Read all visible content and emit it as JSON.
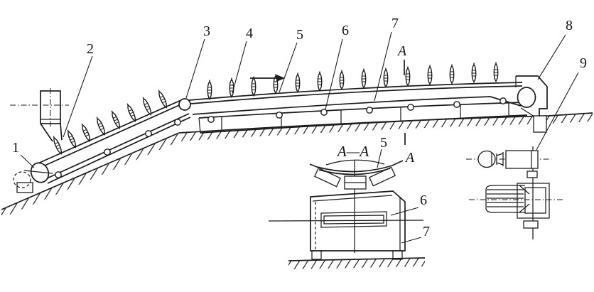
{
  "colors": {
    "background": "#ffffff",
    "line": "#1c1c1c",
    "text": "#151515"
  },
  "callouts": {
    "c1": "1",
    "c2": "2",
    "c3": "3",
    "c4": "4",
    "c5": "5",
    "c6": "6",
    "c7": "7",
    "c8": "8",
    "c9": "9"
  },
  "section_marks": {
    "top": "A",
    "bottom": "A"
  },
  "section_view": {
    "title": "A—A",
    "view_mark": "A",
    "belt": "5",
    "return_belt": "6",
    "frame": "7"
  }
}
